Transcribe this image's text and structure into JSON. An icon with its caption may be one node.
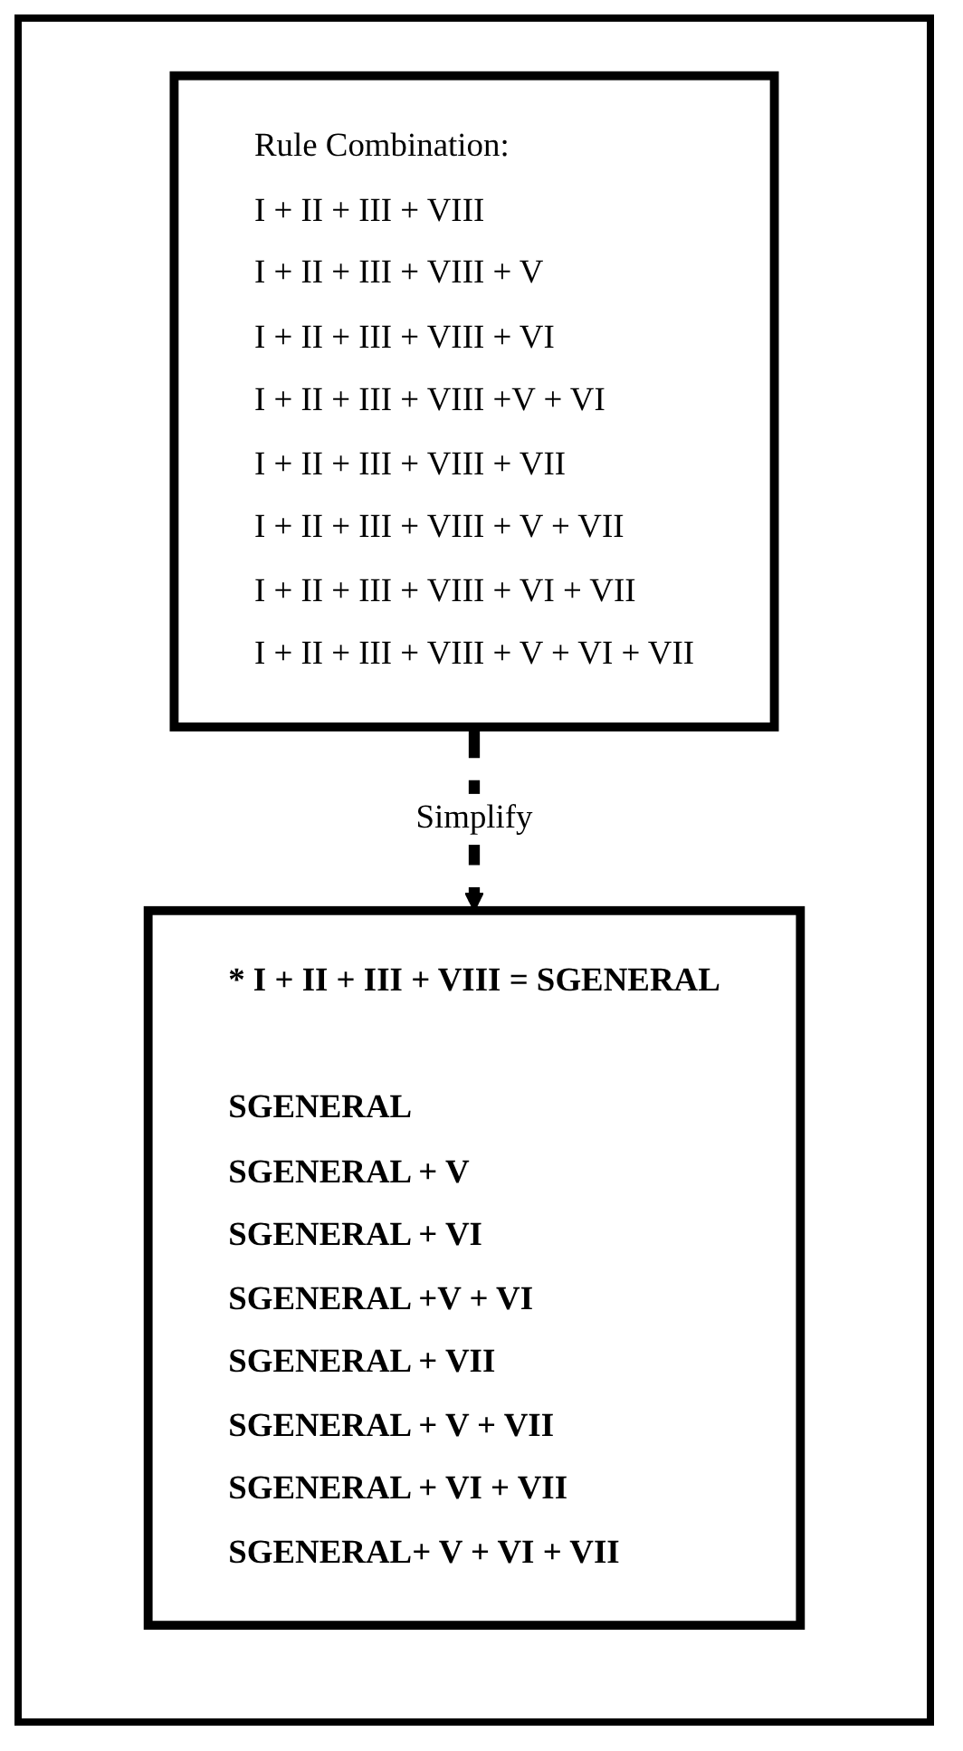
{
  "diagram": {
    "nodes": [
      {
        "text": [
          "Rule Combination:",
          "I + II + III + VIII",
          "I + II + III + VIII + V",
          "I + II + III + VIII + VI",
          "I + II + III + VIII +V + VI",
          "I + II + III + VIII + VII",
          "I + II + III + VIII + V + VII",
          "I + II + III + VIII + VI + VII",
          "I + II + III + VIII + V + VI + VII"
        ]
      },
      {
        "text": [
          "* I + II + III + VIII = SGENERAL",
          "SGENERAL",
          "SGENERAL + V",
          "SGENERAL + VI",
          "SGENERAL +V + VI",
          "SGENERAL + VII",
          "SGENERAL + V + VII",
          "SGENERAL + VI + VII",
          "SGENERAL+ V + VI + VII"
        ]
      }
    ],
    "edges": [
      {
        "from": 0,
        "to": 1,
        "arrow": "to",
        "label": "Simplify",
        "style": "dashed"
      }
    ]
  }
}
